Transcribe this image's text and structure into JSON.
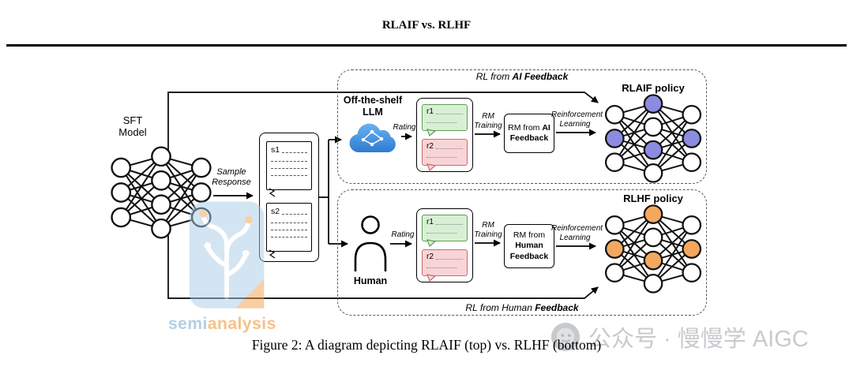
{
  "header": {
    "title": "RLAIF vs. RLHF"
  },
  "caption": "Figure 2: A diagram depicting RLAIF (top) vs. RLHF (bottom)",
  "colors": {
    "rlaif_node_fill": "#8b8be0",
    "rlhf_node_fill": "#f4a85e",
    "rating_green_bg": "#d9efd5",
    "rating_green_border": "#5f9e53",
    "rating_pink_bg": "#f9d4d6",
    "rating_pink_border": "#c96a6f",
    "cloud_blue": "#3f93de"
  },
  "diagram": {
    "sft_label_1": "SFT",
    "sft_label_2": "Model",
    "sample_response_1": "Sample",
    "sample_response_2": "Response",
    "sample_1": "s1",
    "sample_2": "s2",
    "ai": {
      "container_title_prefix": "RL from ",
      "container_title_bold": "AI Feedback",
      "rater_1": "Off-the-shelf",
      "rater_2": "LLM",
      "rating": "Rating",
      "r1": "r1",
      "r2": "r2",
      "rm_training_1": "RM",
      "rm_training_2": "Training",
      "rm_box_prefix": "RM from ",
      "rm_box_bold": "AI Feedback",
      "rl_1": "Reinforcement",
      "rl_2": "Learning",
      "policy": "RLAIF policy"
    },
    "human": {
      "container_title_prefix": "RL from Human ",
      "container_title_bold": "Feedback",
      "rater": "Human",
      "rating": "Rating",
      "r1": "r1",
      "r2": "r2",
      "rm_training_1": "RM",
      "rm_training_2": "Training",
      "rm_box_prefix": "RM from ",
      "rm_box_bold": "Human Feedback",
      "rl_1": "Reinforcement",
      "rl_2": "Learning",
      "policy": "RLHF policy"
    }
  },
  "watermarks": {
    "semianalysis_blue": "semi",
    "semianalysis_orange": "analysis",
    "wechat": "公众号 · 慢慢学 AIGC"
  }
}
